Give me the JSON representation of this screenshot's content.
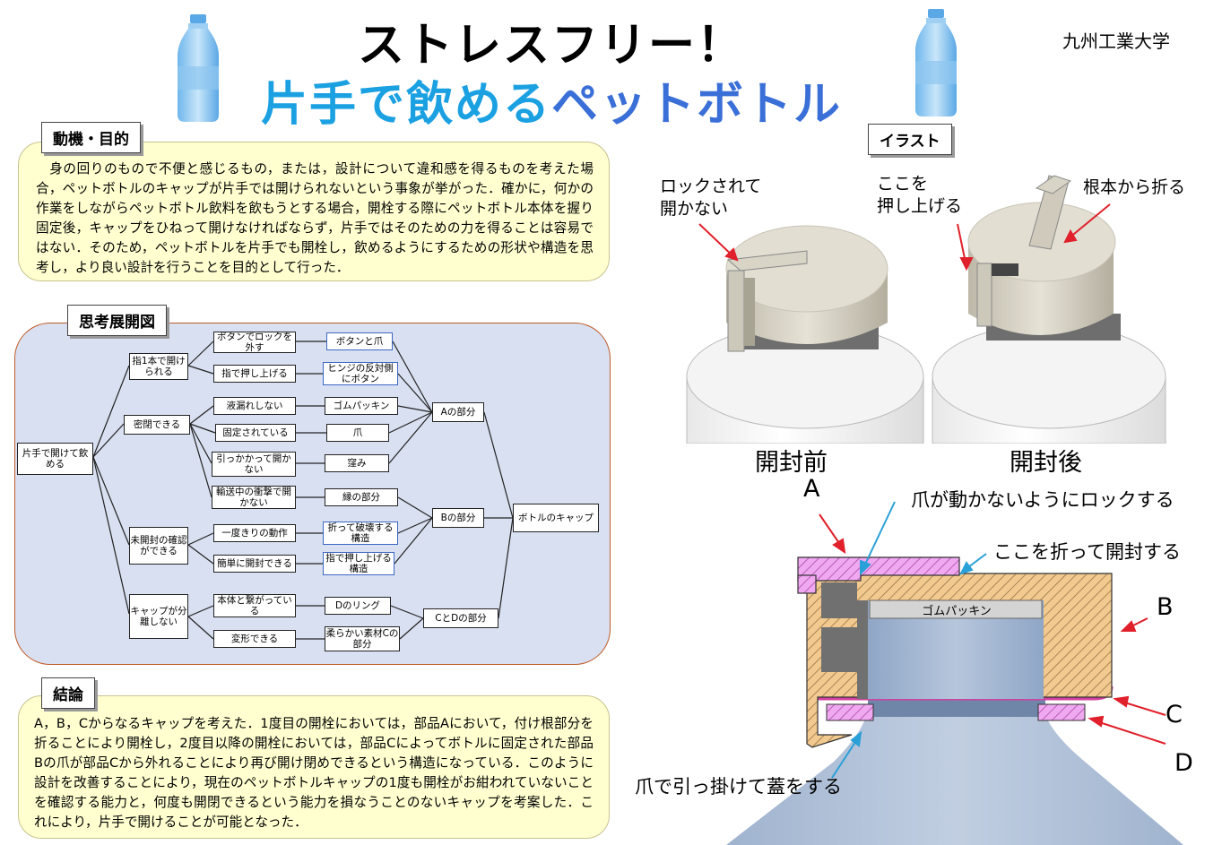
{
  "header": {
    "title_line1": "ストレスフリー！",
    "title_line2_part1": "片手で飲める",
    "title_line2_part2": "ペットボトル",
    "university": "九州工業大学"
  },
  "sections": {
    "motive": {
      "heading": "動機・目的",
      "text": "　身の回りのもので不便と感じるもの，または，設計について違和感を得るものを考えた場合，ペットボトルのキャップが片手では開けられないという事象が挙がった．確かに，何かの作業をしながらペットボトル飲料を飲もうとする場合，開栓する際にペットボトル本体を握り固定後，キャップをひねって開けなければならず，片手ではそのための力を得ることは容易ではない．そのため，ペットボトルを片手でも開栓し，飲めるようにするための形状や構造を思考し，より良い設計を行うことを目的として行った．"
    },
    "thinking_map": {
      "heading": "思考展開図"
    },
    "conclusion": {
      "heading": "結論",
      "text": "A，B，Cからなるキャップを考えた．1度目の開栓においては，部品Aにおいて，付け根部分を折ることにより開栓し，2度目以降の開栓においては，部品Cによってボトルに固定された部品Bの爪が部品Cから外れることにより再び開け閉めできるという構造になっている．このように設計を改善することにより，現在のペットボトルキャップの1度も開栓がお紺われていないことを確認する能力と，何度も開閉できるという能力を損なうことのないキャップを考案した．これにより，片手で開けることが可能となった．"
    },
    "illustration": {
      "heading": "イラスト"
    }
  },
  "mindmap": {
    "root": "片手で開けて飲める",
    "l1_1": "指1本で開けられる",
    "l1_2": "密閉できる",
    "l1_3": "未開封の確認ができる",
    "l1_4": "キャップが分離しない",
    "l2_1": "ボタンでロックを外す",
    "l2_2": "指で押し上げる",
    "l2_3": "液漏れしない",
    "l2_4": "固定されている",
    "l2_5": "引っかかって開かない",
    "l2_6": "輸送中の衝撃で開かない",
    "l2_7": "一度きりの動作",
    "l2_8": "簡単に開封できる",
    "l2_9": "本体と繋がっている",
    "l2_10": "変形できる",
    "l3_1": "ボタンと爪",
    "l3_2": "ヒンジの反対側にボタン",
    "l3_3": "ゴムパッキン",
    "l3_4": "爪",
    "l3_5": "窪み",
    "l3_6": "縁の部分",
    "l3_7": "折って破壊する構造",
    "l3_8": "指で押し上げる構造",
    "l3_9": "Dのリング",
    "l3_10": "柔らかい素材Cの部分",
    "p_a": "Aの部分",
    "p_b": "Bの部分",
    "p_cd": "CとDの部分",
    "final": "ボトルのキャップ"
  },
  "illustration": {
    "label_locked": "ロックされて\n開かない",
    "label_push": "ここを\n押し上げる",
    "label_break": "根本から折る",
    "caption_before": "開封前",
    "caption_after": "開封後",
    "sec_A": "A",
    "sec_B": "B",
    "sec_C": "C",
    "sec_D": "D",
    "note_lock": "爪が動かないようにロックする",
    "note_fold": "ここを折って開封する",
    "note_hook": "爪で引っ掛けて蓋をする",
    "packing": "ゴムパッキン"
  },
  "colors": {
    "title_cyan": "#1ba1e2",
    "title_blue": "#3a6fd8",
    "box_yellow": "#ffffd0",
    "map_bg": "#d9e0f1",
    "map_border": "#c05a28",
    "arrow_red": "#e0202a",
    "arrow_blue": "#2aa0d8",
    "part_pink": "#e8a8e8",
    "part_tan": "#f0c890"
  }
}
